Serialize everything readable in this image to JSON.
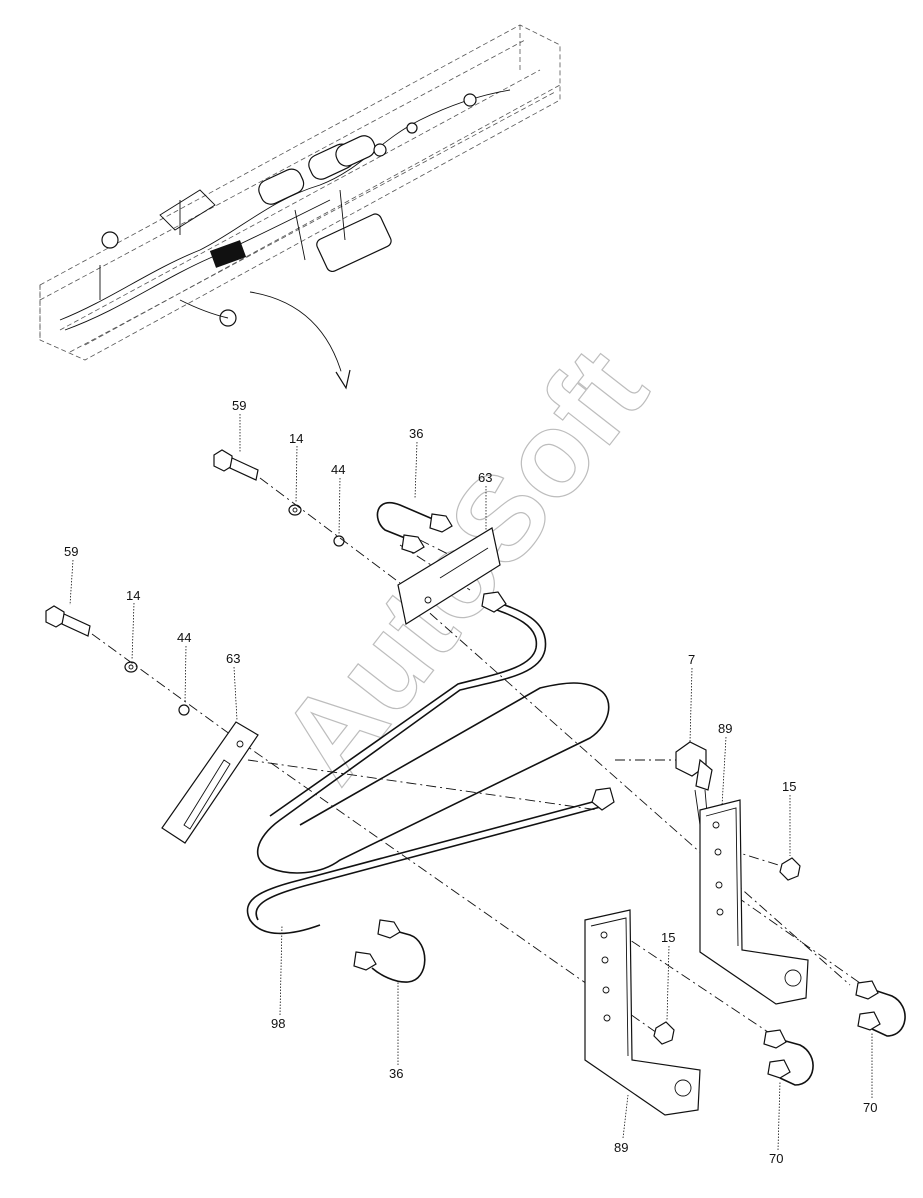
{
  "watermark": "AutoSoft",
  "callouts": [
    {
      "id": "c59a",
      "label": "59"
    },
    {
      "id": "c14a",
      "label": "14"
    },
    {
      "id": "c44a",
      "label": "44"
    },
    {
      "id": "c36a",
      "label": "36"
    },
    {
      "id": "c63a",
      "label": "63"
    },
    {
      "id": "c59b",
      "label": "59"
    },
    {
      "id": "c14b",
      "label": "14"
    },
    {
      "id": "c44b",
      "label": "44"
    },
    {
      "id": "c63b",
      "label": "63"
    },
    {
      "id": "c7",
      "label": "7"
    },
    {
      "id": "c89a",
      "label": "89"
    },
    {
      "id": "c15a",
      "label": "15"
    },
    {
      "id": "c15b",
      "label": "15"
    },
    {
      "id": "c98",
      "label": "98"
    },
    {
      "id": "c36b",
      "label": "36"
    },
    {
      "id": "c89b",
      "label": "89"
    },
    {
      "id": "c70a",
      "label": "70"
    },
    {
      "id": "c70b",
      "label": "70"
    }
  ]
}
